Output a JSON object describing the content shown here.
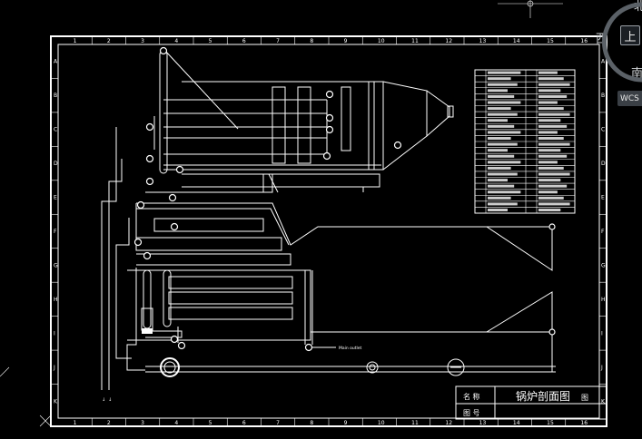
{
  "drawing": {
    "title": "锅炉剖面图",
    "title_suffix": "图",
    "title_label_1": "名 称",
    "title_label_2": "图 号",
    "outlet_label": "Main outlet"
  },
  "grid": {
    "columns": [
      "1",
      "2",
      "3",
      "4",
      "5",
      "6",
      "7",
      "8",
      "9",
      "10",
      "11",
      "12",
      "13",
      "14",
      "15",
      "16"
    ],
    "rows": [
      "A",
      "B",
      "C",
      "D",
      "E",
      "F",
      "G",
      "H",
      "I",
      "J",
      "K"
    ]
  },
  "viewcube": {
    "north": "北",
    "south": "南",
    "west": "西",
    "top_button": "上",
    "wcs": "WCS"
  },
  "table": {
    "rows": 24,
    "cols": 4
  },
  "colors": {
    "background": "#000000",
    "lines": "#ffffff",
    "ui_button": "#1b1f24",
    "wcs_badge": "#3a3f45"
  }
}
